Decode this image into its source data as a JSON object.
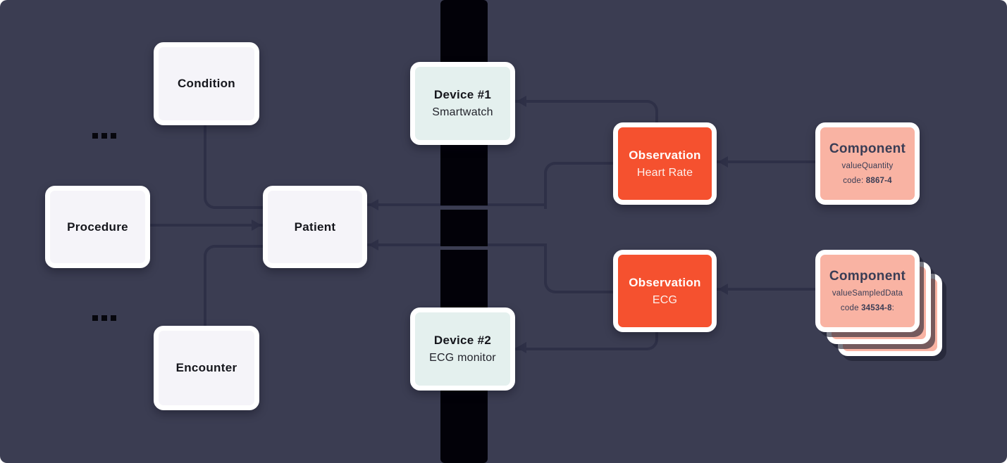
{
  "nodes": {
    "condition": {
      "label": "Condition"
    },
    "procedure": {
      "label": "Procedure"
    },
    "patient": {
      "label": "Patient"
    },
    "encounter": {
      "label": "Encounter"
    },
    "device_1": {
      "title": "Device #1",
      "subtitle": "Smartwatch"
    },
    "device_2": {
      "title": "Device #2",
      "subtitle": "ECG monitor"
    },
    "observation_heart_rate": {
      "title": "Observation",
      "subtitle": "Heart Rate"
    },
    "observation_ecg": {
      "title": "Observation",
      "subtitle": "ECG"
    },
    "component_heart_rate": {
      "title": "Component",
      "value_type": "valueQuantity",
      "code_prefix": "code: ",
      "code": "8867-4",
      "code_suffix": ""
    },
    "component_ecg": {
      "title": "Component",
      "value_type": "valueSampledData",
      "code_prefix": "code ",
      "code": "34534-8",
      "code_suffix": ":"
    }
  },
  "colors": {
    "background": "#3b3d52",
    "timeline_bar": "#020108",
    "connector": "#2e3047",
    "resource_fill": "#f5f4f9",
    "device_fill": "#e4f0ee",
    "observation_fill": "#f5512f",
    "component_fill": "#f9b3a3",
    "card_border": "#ffffff",
    "dark_text": "#15161c",
    "navy_text": "#3a3d55",
    "light_text": "#ffffff"
  }
}
